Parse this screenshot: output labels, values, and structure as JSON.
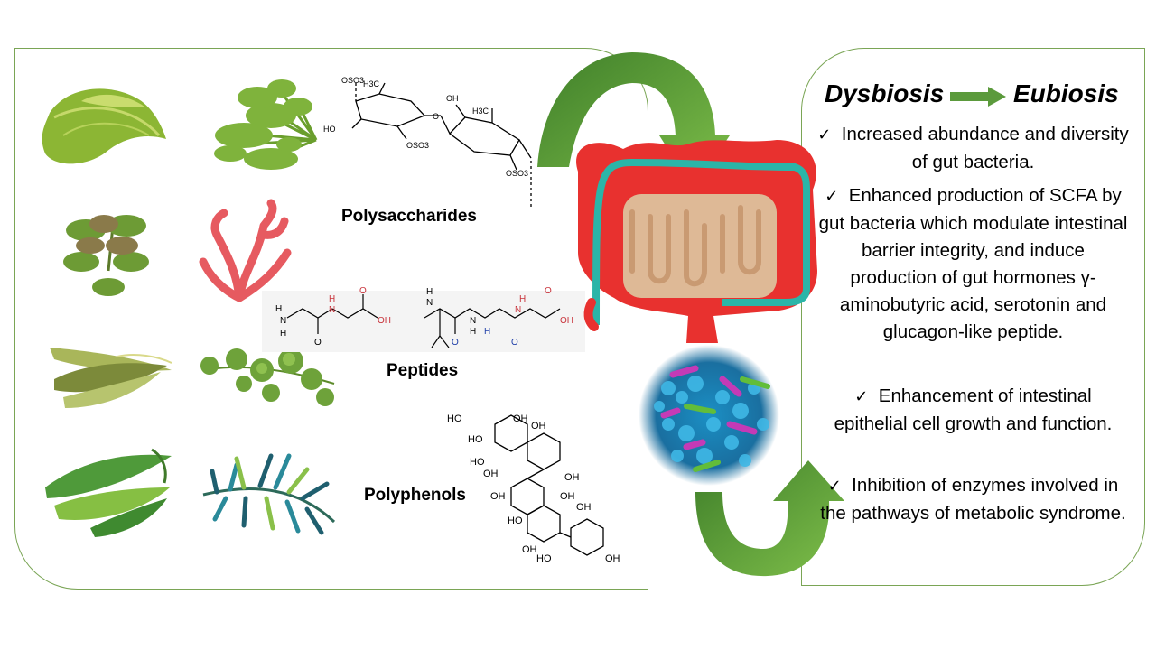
{
  "compounds": {
    "polysaccharides": "Polysaccharides",
    "peptides": "Peptides",
    "polyphenols": "Polyphenols"
  },
  "heading": {
    "from": "Dysbiosis",
    "to": "Eubiosis"
  },
  "check_mark": "✓",
  "benefits": [
    {
      "text": "Increased abundance and diversity of gut bacteria."
    },
    {
      "text": "Enhanced production of SCFA by gut bacteria which modulate intestinal barrier integrity, and induce production of gut hormones γ-aminobutyric acid, serotonin and glucagon-like peptide."
    },
    {
      "text": "Enhancement of intestinal epithelial cell growth and function."
    },
    {
      "text": "Inhibition of enzymes involved in the pathways of metabolic syndrome."
    }
  ],
  "chem_labels": {
    "ch3": "H3C",
    "oh": "OH",
    "ho": "HO",
    "oso3": "OSO3",
    "o": "O",
    "h": "H",
    "n": "N"
  },
  "colors": {
    "frame": "#7aa555",
    "arrow_green": "#5b9a3c",
    "colon_red": "#e8312f",
    "colon_stripe": "#2bb5a8",
    "intestine": "#deb996",
    "bacteria_blue": "#2aa6d9",
    "bacteria_magenta": "#c43ab6",
    "bacteria_green": "#62bd3a"
  }
}
